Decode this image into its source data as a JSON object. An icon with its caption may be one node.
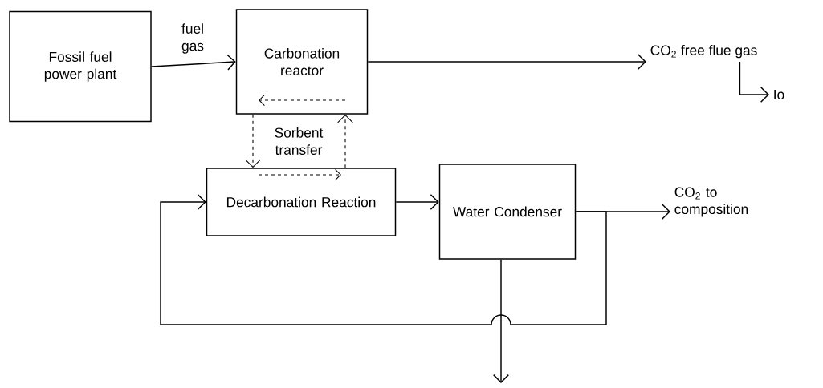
{
  "diagram": {
    "nodes": [
      {
        "text": [
          "Fossil fuel power plant"
        ]
      },
      {
        "text": [
          "Carbonation reactor"
        ]
      },
      {
        "text": [
          "CO$_{2}$ free flue gas"
        ]
      },
      {
        "text": [
          "Io"
        ]
      },
      {
        "text": [
          "Decarbonation Reaction"
        ]
      },
      {
        "text": [
          "Water Condenser"
        ]
      },
      {
        "text": [
          "CO$_{2}$ to composition"
        ]
      }
    ],
    "edges": [
      {
        "from": 0,
        "to": 1,
        "arrow": "to",
        "label": "fuel gas"
      },
      {
        "from": 1,
        "to": 2,
        "arrow": "to"
      },
      {
        "from": 2,
        "to": 3,
        "arrow": "to"
      },
      {
        "from": 1,
        "to": 4,
        "arrow": "to",
        "style": "dashed",
        "label": "Sorbent transfer"
      },
      {
        "from": 4,
        "to": 1,
        "arrow": "to",
        "style": "dashed"
      },
      {
        "from": 4,
        "to": 5,
        "arrow": "to"
      },
      {
        "from": 5,
        "to": 6,
        "arrow": "to"
      },
      {
        "from": 5,
        "to": 4,
        "arrow": "to"
      },
      {
        "from": 5,
        "to": null,
        "arrow": "to"
      }
    ]
  }
}
